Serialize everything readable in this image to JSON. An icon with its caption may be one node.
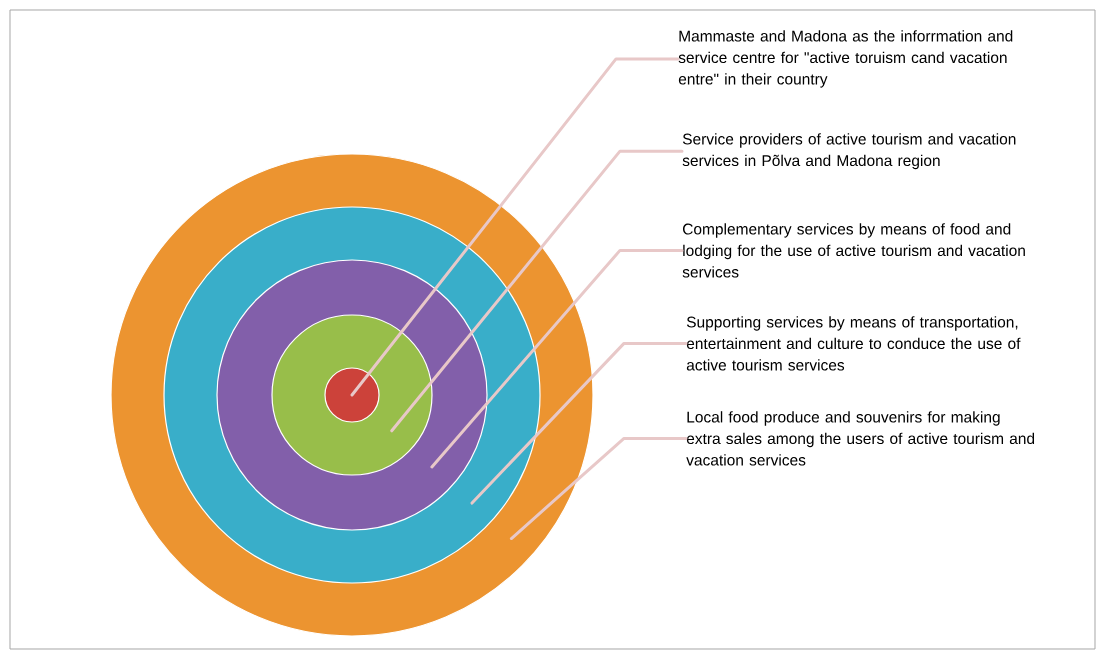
{
  "diagram": {
    "nodes": [
      {
        "text": [],
        "shape": "circle"
      },
      {
        "text": [],
        "shape": "circle",
        "in": 0
      },
      {
        "text": [],
        "shape": "circle",
        "in": 1
      },
      {
        "text": [],
        "shape": "circle",
        "in": 2
      },
      {
        "text": [],
        "shape": "circle",
        "in": 3
      },
      {
        "text": [
          "Mammaste and Madona as the inforrmation and service centre for \"active toruism cand vacation entre\" in their country"
        ]
      },
      {
        "text": [
          "Service providers of active tourism and vacation services in Põlva and Madona region"
        ]
      },
      {
        "text": [
          "Complementary services by means of food and lodging for the use of active tourism and vacation services"
        ]
      },
      {
        "text": [
          "Supporting services by means of transportation, entertainment and culture to conduce the use of active tourism services"
        ]
      },
      {
        "text": [
          "Local food produce and souvenirs for making extra sales among the users of active tourism and vacation services"
        ]
      }
    ],
    "edges": [
      {
        "from": 5,
        "to": 4,
        "arrow": "none"
      },
      {
        "from": 6,
        "to": 3,
        "arrow": "none"
      },
      {
        "from": 7,
        "to": 2,
        "arrow": "none"
      },
      {
        "from": 8,
        "to": 1,
        "arrow": "none"
      },
      {
        "from": 9,
        "to": 0,
        "arrow": "none"
      }
    ]
  }
}
